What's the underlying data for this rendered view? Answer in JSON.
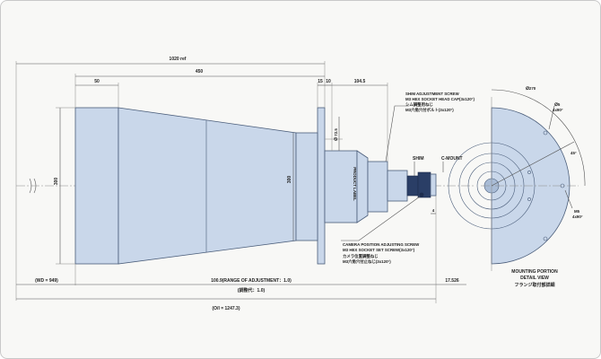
{
  "dimensions": {
    "overall_top": "1020 ref",
    "d450": "450",
    "d50": "50",
    "d15": "15",
    "d10": "10",
    "d104_5": "104.5",
    "wd": "(WD = 949)",
    "range_of_adjustment": "100.9(RANGE OF ADJUSTMENT：1.0)",
    "range_jp": "(調整代：1.0)",
    "d17_526": "17.526",
    "oi": "(O/I = 1247.3)",
    "dia_left": "300",
    "dia_right": "300",
    "dia_front": "ⵁ 72.5",
    "d4": "4",
    "d270": "ⵁ270",
    "d5": "ⵁ5",
    "d4x90": "4x90°",
    "d45": "45°",
    "m5": "M5",
    "m5_4x90": "4x90°"
  },
  "labels": {
    "product_label": "PRODUCT LABEL",
    "shim": "SHIM",
    "c_mount": "C-MOUNT",
    "shim_screw": [
      "SHIM ADJUSTMENT SCREW",
      "M3 HEX SOCKET HEAD CAP(3x120°)",
      "シム調整用ねじ",
      "M3六角穴付ボルト(3x120°)"
    ],
    "camera_screw": [
      "CAMERA POSITION ADJUSTING SCREW",
      "M3 HEX SOCKET SET SCREW(3x120°)",
      "カメラ位置調整ねじ",
      "M3六角穴付止ねじ(3x120°)"
    ],
    "detail": [
      "MOUNTING PORTION",
      "DETAIL VIEW",
      "フランジ取付部詳細"
    ]
  }
}
